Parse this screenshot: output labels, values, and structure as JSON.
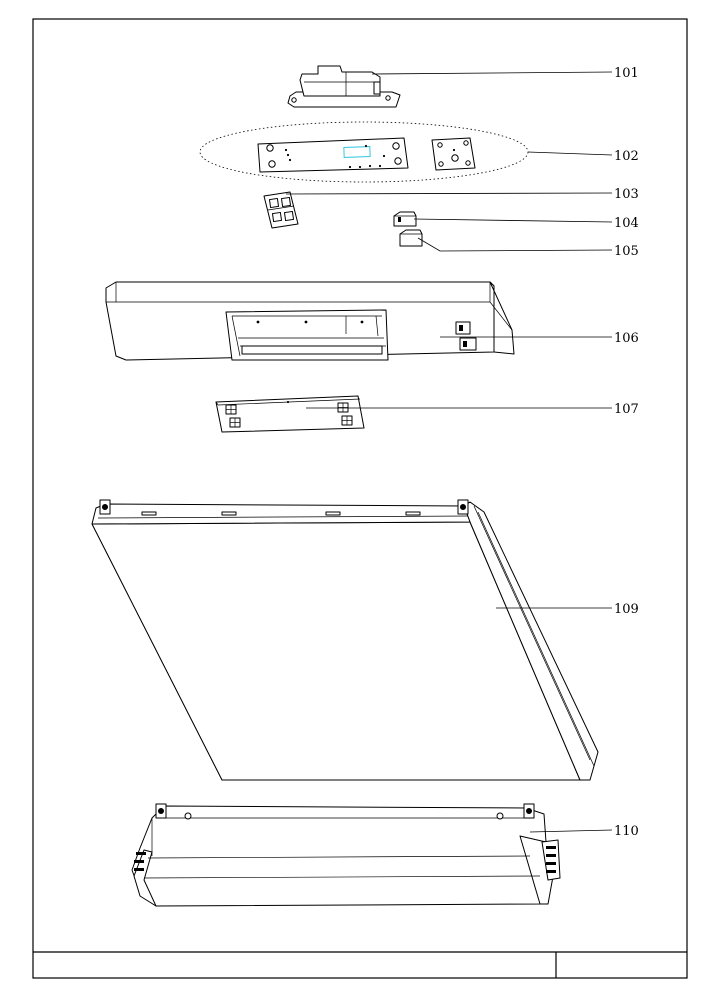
{
  "parts": [
    {
      "id": "part-101",
      "label": "101"
    },
    {
      "id": "part-102",
      "label": "102"
    },
    {
      "id": "part-103",
      "label": "103"
    },
    {
      "id": "part-104",
      "label": "104"
    },
    {
      "id": "part-105",
      "label": "105"
    },
    {
      "id": "part-106",
      "label": "106"
    },
    {
      "id": "part-107",
      "label": "107"
    },
    {
      "id": "part-109",
      "label": "109"
    },
    {
      "id": "part-110",
      "label": "110"
    }
  ],
  "title_block": {
    "left": "",
    "right": ""
  },
  "colors": {
    "line": "#000000",
    "display": "#38c8e0",
    "background": "#ffffff"
  }
}
